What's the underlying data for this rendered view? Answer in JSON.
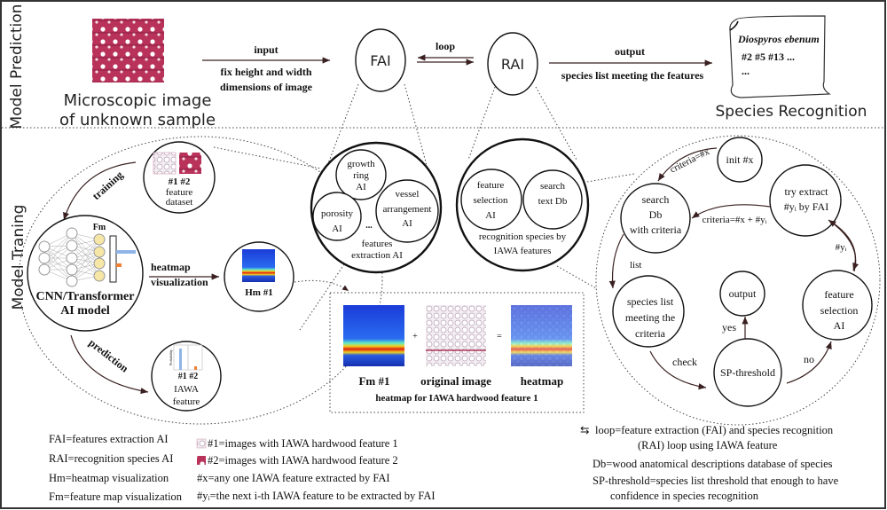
{
  "sections": {
    "prediction": "Model Prediction",
    "training": "Model Traning"
  },
  "prediction": {
    "input_caption": [
      "Microscopic image",
      "of unknown sample"
    ],
    "input_label": "input",
    "input_note": [
      "fix height and width",
      "dimensions of image"
    ],
    "fai": "FAI",
    "rai": "RAI",
    "loop_label": "loop",
    "output_label": "output",
    "output_note": "species list meeting the features",
    "scroll": {
      "species": "Diospyros ebenum",
      "ids": "#2   #5   #13  ...",
      "more": "..."
    },
    "result_title": "Species Recognition"
  },
  "training": {
    "dataset": {
      "ids": "#1    #2",
      "label": [
        "feature",
        "dataset"
      ]
    },
    "training_label": "training",
    "fm_label": "Fm",
    "model": [
      "CNN/Transformer",
      "AI model"
    ],
    "heatmap_label": [
      "heatmap",
      "visualization"
    ],
    "hm": "Hm #1",
    "prediction_label": "prediction",
    "iawa": {
      "axis": "Probability",
      "ids": "#1  #2",
      "label": [
        "IAWA",
        "feature"
      ]
    },
    "fai_detail": {
      "growth": [
        "growth",
        "ring",
        "AI"
      ],
      "porosity": [
        "porosity",
        "AI"
      ],
      "vessel": [
        "vessel",
        "arrangement",
        "AI"
      ],
      "ellipsis": "...",
      "title": [
        "features",
        "extraction AI"
      ]
    },
    "rai_detail": {
      "feature_selection": [
        "feature",
        "selection",
        "AI"
      ],
      "search": [
        "search",
        "text Db"
      ],
      "title": [
        "recognition species by",
        "IAWA features"
      ]
    },
    "heatmap_box": {
      "fm": "Fm #1",
      "plus": "+",
      "original": "original image",
      "equals": "=",
      "heatmap": "heatmap",
      "caption": "heatmap for IAWA hardwood feature 1"
    },
    "cycle": {
      "init": "init #x",
      "search": [
        "search",
        "Db",
        "with criteria"
      ],
      "try": [
        "try extract",
        "#yᵢ by FAI"
      ],
      "species": [
        "species list",
        "meeting the",
        "criteria"
      ],
      "output": "output",
      "fsel": [
        "feature",
        "selection",
        "AI"
      ],
      "sp": "SP-threshold",
      "criteria_x": "criteria=#x",
      "criteria_xy": "criteria=#x + #yᵢ",
      "yi": "#yᵢ",
      "list": "list",
      "check": "check",
      "yes": "yes",
      "no": "no"
    }
  },
  "legend": {
    "col1": [
      "FAI=features extraction AI",
      "RAI=recognition species AI",
      "Hm=heatmap visualization",
      "Fm=feature map visualization"
    ],
    "col2": [
      "#1=images with IAWA hardwood feature  1",
      "#2=images with IAWA hardwood feature 2",
      "#x=any one IAWA feature extracted by FAI",
      "#yᵢ=the next i-th IAWA feature to be extracted by FAI"
    ],
    "col3": [
      "loop=feature extraction (FAI) and species recognition",
      "(RAI) loop using IAWA feature",
      "Db=wood anatomical descriptions database of species",
      "SP-threshold=species list threshold that enough to have",
      "confidence in species recognition"
    ],
    "loop_icon": "⇆"
  }
}
